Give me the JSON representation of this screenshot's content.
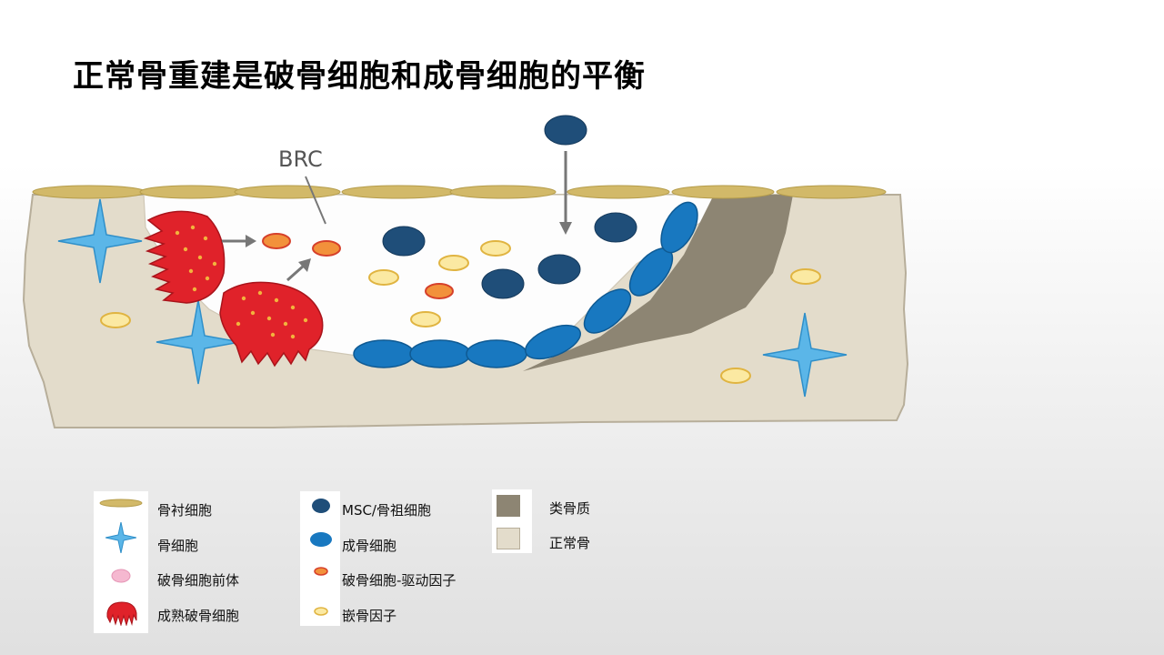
{
  "slide": {
    "title": "正常骨重建是破骨细胞和成骨细胞的平衡"
  },
  "diagram": {
    "brc_label": "BRC"
  },
  "legend": {
    "col1": [
      {
        "label": "骨衬细胞",
        "icon": "lining-cell-icon"
      },
      {
        "label": "骨细胞",
        "icon": "osteocyte-star-icon"
      },
      {
        "label": "破骨细胞前体",
        "icon": "osteoclast-precursor-icon"
      },
      {
        "label": "成熟破骨细胞",
        "icon": "mature-osteoclast-icon"
      }
    ],
    "col2": [
      {
        "label": "MSC/骨祖细胞",
        "icon": "msc-icon"
      },
      {
        "label": "成骨细胞",
        "icon": "osteoblast-icon"
      },
      {
        "label": "破骨细胞-驱动因子",
        "icon": "osteoclast-driving-factor-icon"
      },
      {
        "label": "嵌骨因子",
        "icon": "embedded-bone-factor-icon"
      }
    ],
    "col3": [
      {
        "label": "类骨质",
        "icon": "osteoid-swatch-icon"
      },
      {
        "label": "正常骨",
        "icon": "normal-bone-swatch-icon"
      }
    ]
  },
  "colors": {
    "bone": "#e3dccb",
    "bone_stroke": "#b7ae9a",
    "osteoid": "#8d8573",
    "lining_cell": "#d2b969",
    "osteocyte": "#5bb6e8",
    "msc": "#1f4e79",
    "osteoblast": "#1878c0",
    "osteoclast": "#e0222a",
    "driving_factor": "#f2913b",
    "embedded_factor": "#fbe9a2",
    "precursor": "#f5b8d0"
  }
}
